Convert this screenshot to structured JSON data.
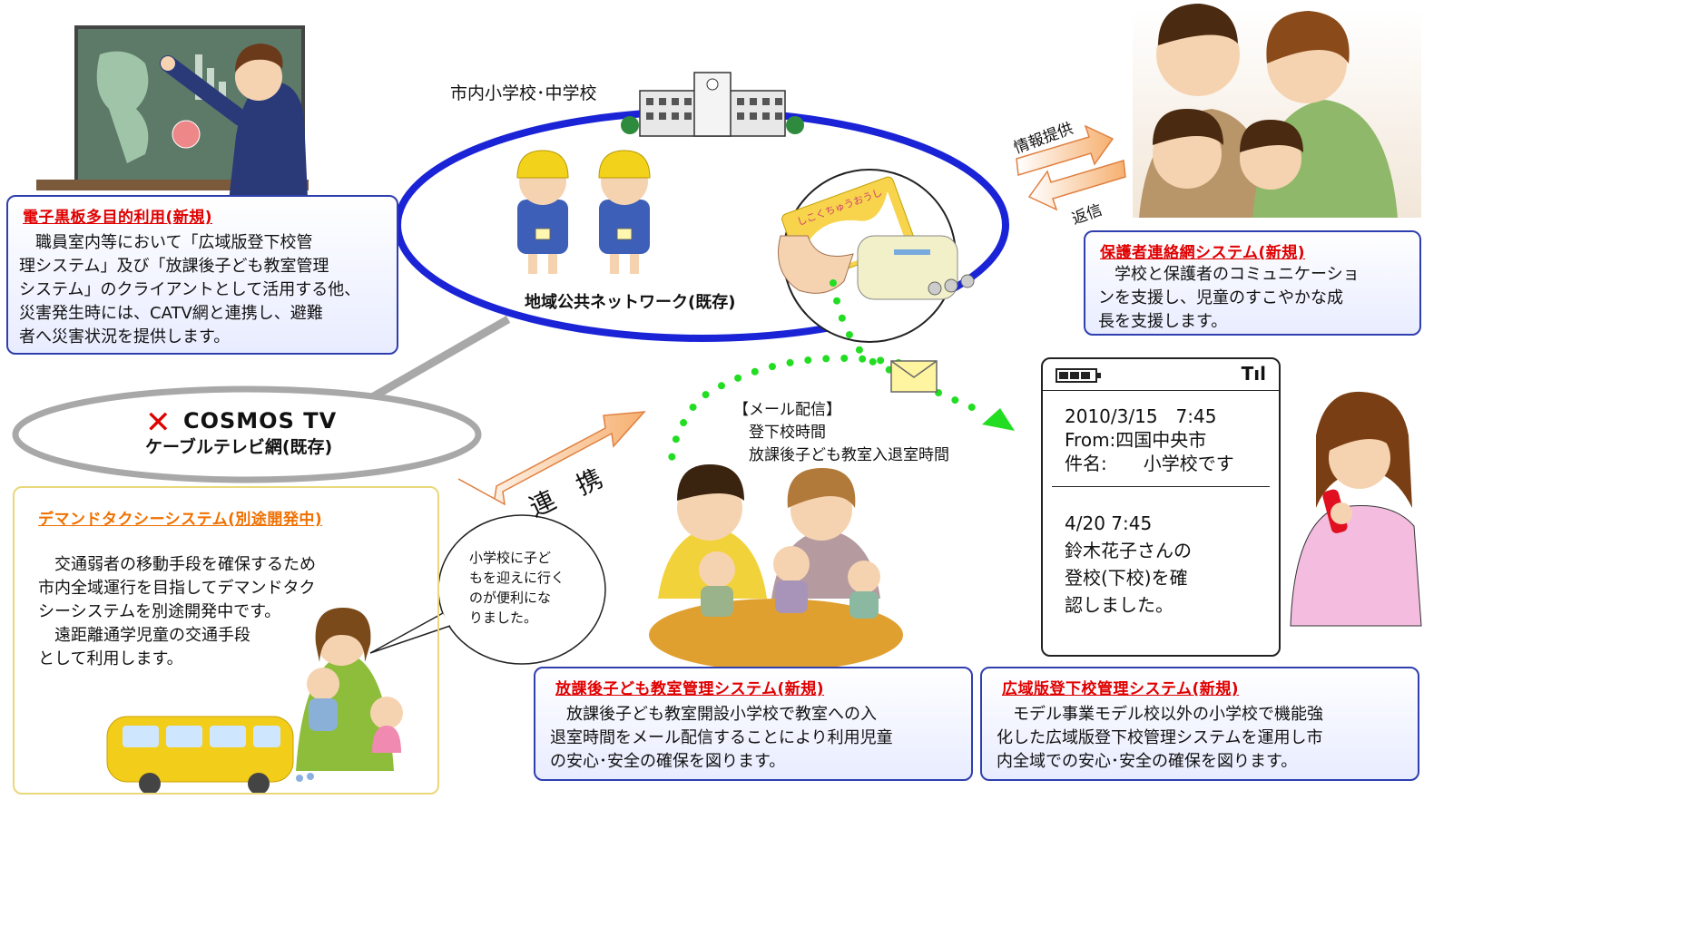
{
  "school_label": "市内小学校･中学校",
  "network_label": "地域公共ネットワーク(既存)",
  "cable_logo": "COSMOS TV",
  "cable_label": "ケーブルテレビ網(既存)",
  "renkei_label": "連 携",
  "info_provide_label": "情報提供",
  "reply_label": "返信",
  "mail_delivery": "【メール配信】\n　登下校時間\n　放課後子ども教室入退室時間",
  "bubble_text": "小学校に子ど\nもを迎えに行く\nのが便利にな\nりました。",
  "ic_card_text": "しこくちゅうおうし",
  "blackboard_box": {
    "title": "電子黒板多目的利用(新規)",
    "body": "　職員室内等において「広域版登下校管\n理システム」及び「放課後子ども教室管理\nシステム」のクライアントとして活用する他、\n災害発生時には、CATV網と連携し、避難\n者へ災害状況を提供します。"
  },
  "parent_box": {
    "title": "保護者連絡網システム(新規)",
    "body": "　学校と保護者のコミュニケーショ\nンを支援し、児童のすこやかな成\n長を支援します。"
  },
  "taxi_box": {
    "title": "デマンドタクシーシステム(別途開発中)",
    "body": "　交通弱者の移動手段を確保するため\n市内全域運行を目指してデマンドタク\nシーシステムを別途開発中です。\n　遠距離通学児童の交通手段\nとして利用します。"
  },
  "afterschool_box": {
    "title": "放課後子ども教室管理システム(新規)",
    "body": "　放課後子ども教室開設小学校で教室への入\n退室時間をメール配信することにより利用児童\nの安心･安全の確保を図ります。"
  },
  "wide_box": {
    "title": "広域版登下校管理システム(新規)",
    "body": "　モデル事業モデル校以外の小学校で機能強\n化した広域版登下校管理システムを運用し市\n内全域での安心･安全の確保を図ります。"
  },
  "phone": {
    "signal": "Tıl",
    "message1": "2010/3/15　7:45\nFrom:四国中央市\n 件名:　　小学校です",
    "message2": "4/20 7:45\n鈴木花子さんの\n登校(下校)を確\n認しました。"
  },
  "colors": {
    "network_ring": "#1a24d6",
    "cable_ring": "#a8a8a8",
    "dots": "#22dd22",
    "title_red": "#e00000",
    "title_orange": "#f07000"
  }
}
